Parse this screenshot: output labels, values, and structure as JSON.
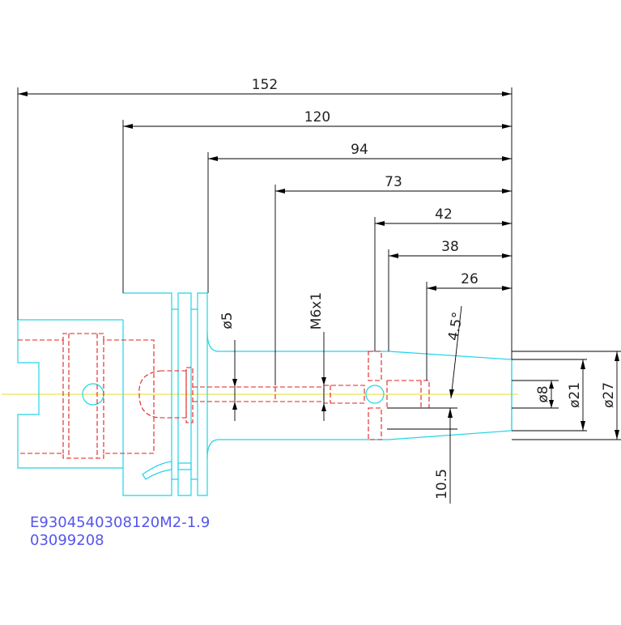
{
  "drawing": {
    "dimensions": {
      "d152": "152",
      "d120": "120",
      "d94": "94",
      "d73": "73",
      "d42": "42",
      "d38": "38",
      "d26": "26",
      "phi5": "ø5",
      "thread": "M6x1",
      "angle": "4.5°",
      "phi8": "ø8",
      "phi21": "ø21",
      "phi27": "ø27",
      "len10_5": "10.5"
    },
    "part_number": "E9304540308120M2-1.9",
    "serial": "03099208",
    "colors": {
      "outline": "#22d4e6",
      "hidden": "#e02020",
      "centerline": "#e6e020",
      "dimension": "#000000",
      "title": "#5555ee"
    }
  }
}
